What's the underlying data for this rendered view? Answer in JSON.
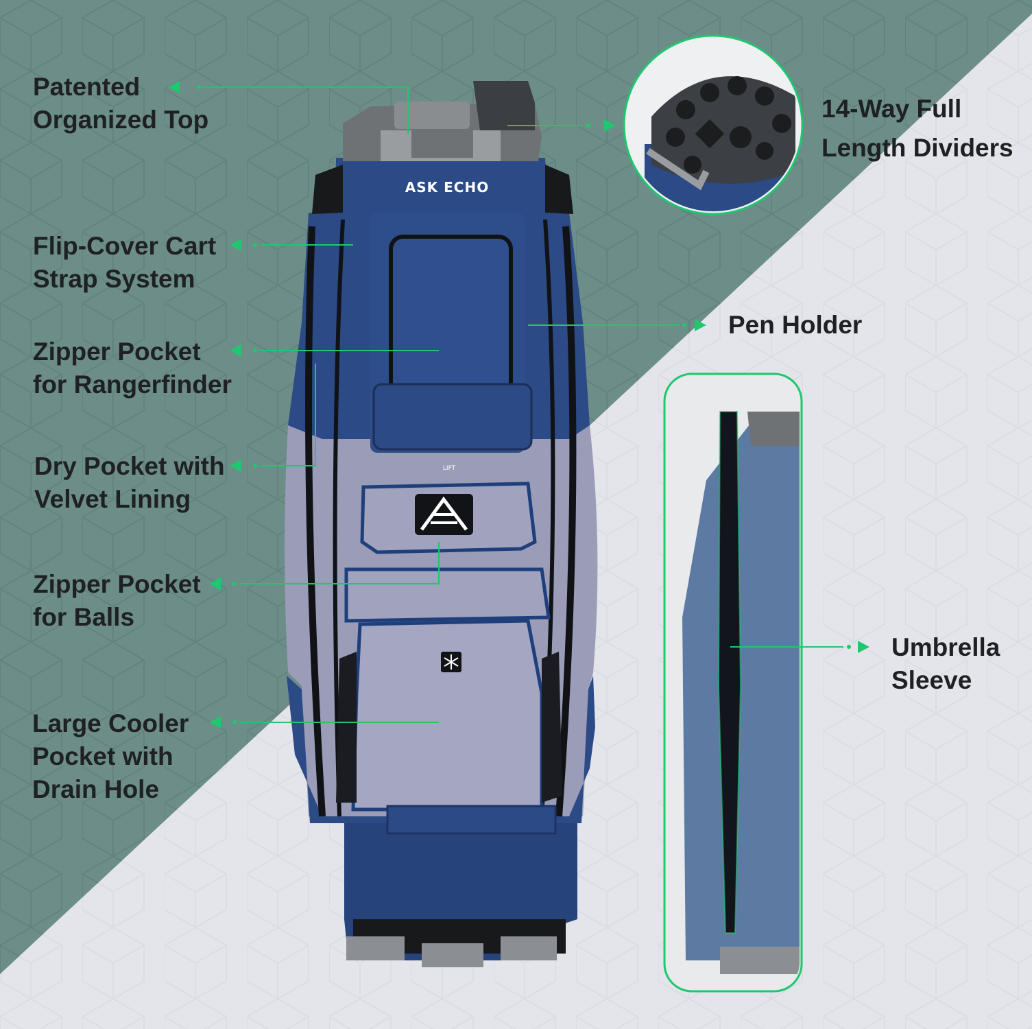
{
  "colors": {
    "teal_background": "#6c8d88",
    "light_background": "#e4e5ea",
    "accent_green": "#1fc76f",
    "bag_navy": "#2b4a86",
    "bag_lavender": "#9a9cb8",
    "top_gray": "#6f7275",
    "text": "#1e2022"
  },
  "brand": {
    "wordmark": "ASK ECHO",
    "lift_tag": "LIFT"
  },
  "callouts": {
    "organized_top": {
      "line1": "Patented",
      "line2": "Organized Top"
    },
    "cart_strap": {
      "line1": "Flip-Cover Cart",
      "line2": "Strap System"
    },
    "rangefinder_pocket": {
      "line1": "Zipper Pocket",
      "line2": "for Rangerfinder"
    },
    "dry_pocket": {
      "line1": "Dry Pocket with",
      "line2": "Velvet Lining"
    },
    "ball_pocket": {
      "line1": "Zipper Pocket",
      "line2": "for Balls"
    },
    "cooler_pocket": {
      "line1": "Large Cooler",
      "line2": "Pocket with",
      "line3": "Drain Hole"
    },
    "dividers": {
      "line1": "14-Way Full",
      "line2": "Length Dividers"
    },
    "pen_holder": {
      "line1": "Pen Holder"
    },
    "umbrella_sleeve": {
      "line1": "Umbrella",
      "line2": "Sleeve"
    }
  },
  "icons": [
    "arrow-left-icon",
    "arrow-right-icon",
    "snowflake-icon",
    "ae-logo-icon"
  ]
}
